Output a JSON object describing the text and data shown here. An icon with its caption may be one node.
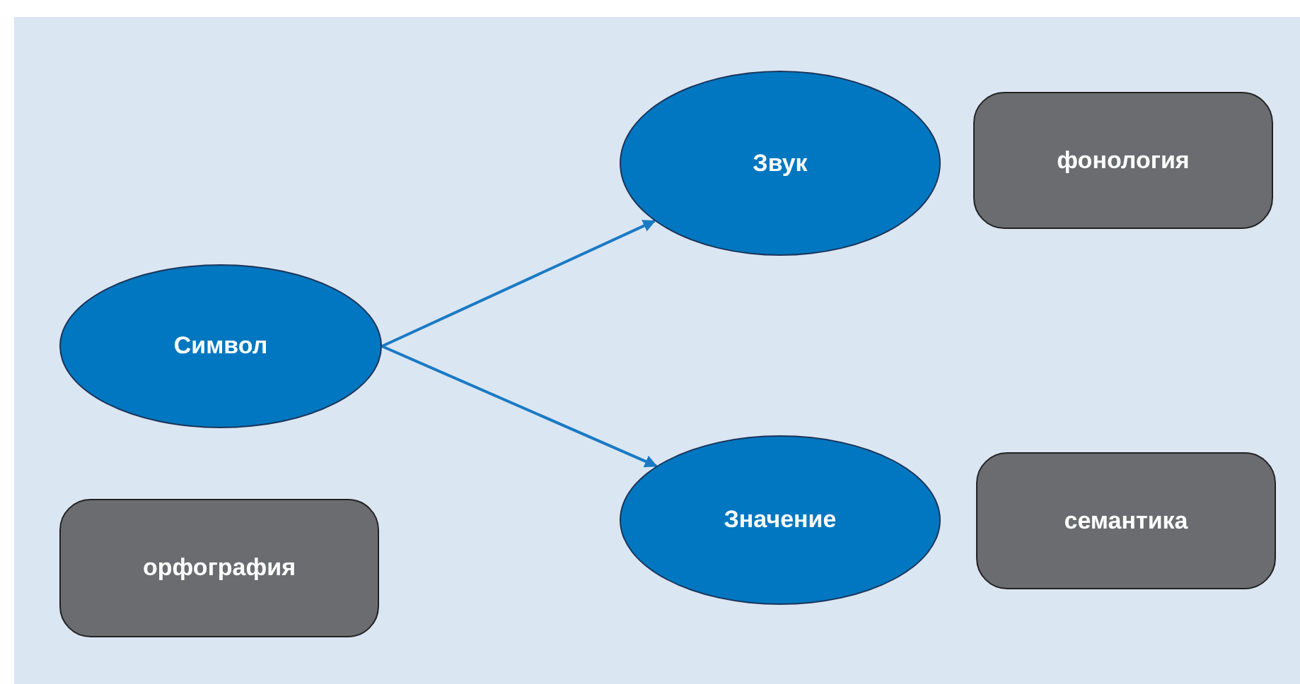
{
  "diagram": {
    "nodes": [
      {
        "text": [
          "Символ"
        ]
      },
      {
        "text": [
          "Звук"
        ]
      },
      {
        "text": [
          "фонология"
        ]
      },
      {
        "text": [
          "Значение"
        ]
      },
      {
        "text": [
          "семантика"
        ]
      },
      {
        "text": [
          "орфография"
        ]
      }
    ],
    "edges": [
      {
        "from": 0,
        "to": 1,
        "arrow": "to"
      },
      {
        "from": 0,
        "to": 3,
        "arrow": "to"
      }
    ]
  }
}
